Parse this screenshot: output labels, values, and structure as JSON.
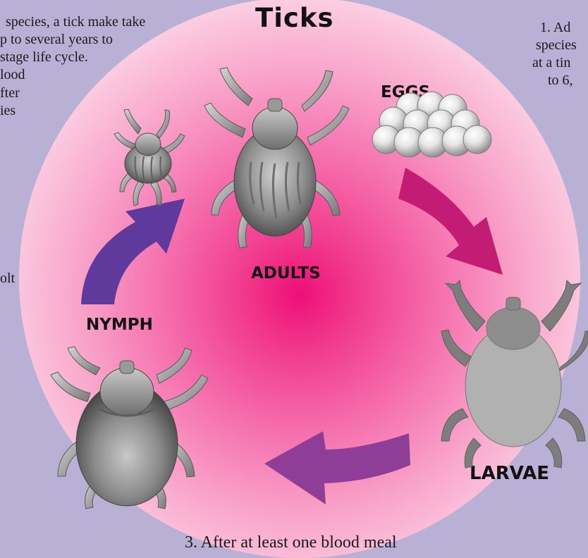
{
  "title": "Ticks",
  "stages": {
    "eggs": "EGGS",
    "larvae": "LARVAE",
    "nymph": "NYMPH",
    "adults": "ADULTS"
  },
  "notes": {
    "left": [
      "species, a tick make take",
      "p to several years to",
      "stage life cycle.",
      "lood",
      "fter",
      "ies",
      "olt"
    ],
    "right": [
      "1.  Ad",
      "species",
      "at a tin",
      "to 6,"
    ],
    "bottom": "3.  After at least one blood meal"
  },
  "colors": {
    "background": "#b9b0d6",
    "center": "#ee0f78",
    "arrow_to_larvae": "#c21c74",
    "arrow_to_nymph": "#8f3e98",
    "arrow_to_adults": "#5f3a9c"
  }
}
